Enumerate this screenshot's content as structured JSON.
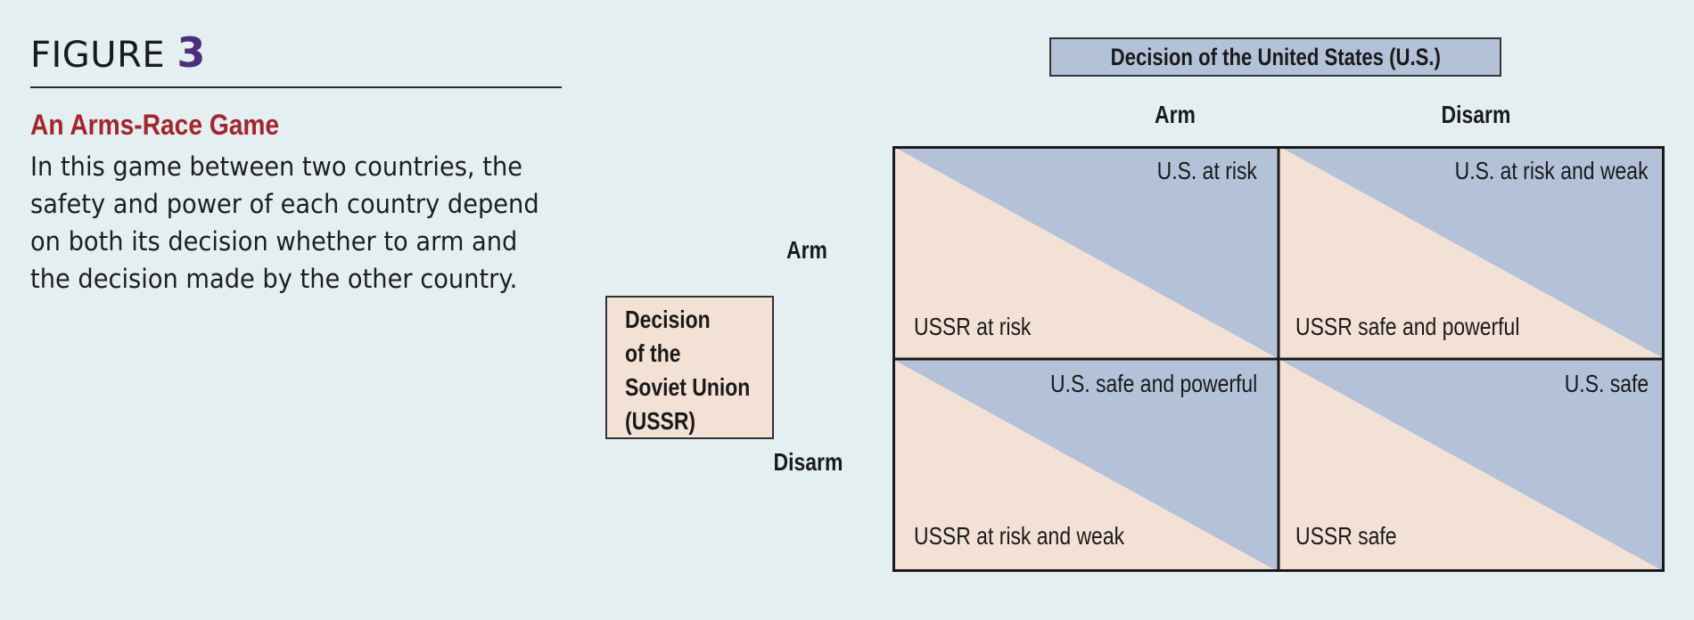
{
  "figure": {
    "word": "FIGURE",
    "number": "3"
  },
  "title": "An Arms-Race Game",
  "caption_lines": [
    "In this game between two countries, the",
    "safety and power of each country depend",
    "on both its decision whether to arm and",
    "the decision made by the other country."
  ],
  "column_player": "Decision of the United States (U.S.)",
  "row_player_lines": [
    "Decision",
    "of the",
    "Soviet Union",
    "(USSR)"
  ],
  "columns": [
    "Arm",
    "Disarm"
  ],
  "rows": [
    "Arm",
    "Disarm"
  ],
  "cells": [
    [
      {
        "us": "U.S. at risk",
        "ussr": "USSR at risk"
      },
      {
        "us": "U.S. at risk and weak",
        "ussr": "USSR safe and powerful"
      }
    ],
    [
      {
        "us": "U.S. safe and powerful",
        "ussr": "USSR at risk and weak"
      },
      {
        "us": "U.S. safe",
        "ussr": "USSR safe"
      }
    ]
  ],
  "colors": {
    "background": "#e4eff2",
    "us_fill": "#b4c2d9",
    "ussr_fill": "#f4e1d6",
    "title_red": "#a3262b",
    "figure_number_purple": "#4e2d7a"
  }
}
